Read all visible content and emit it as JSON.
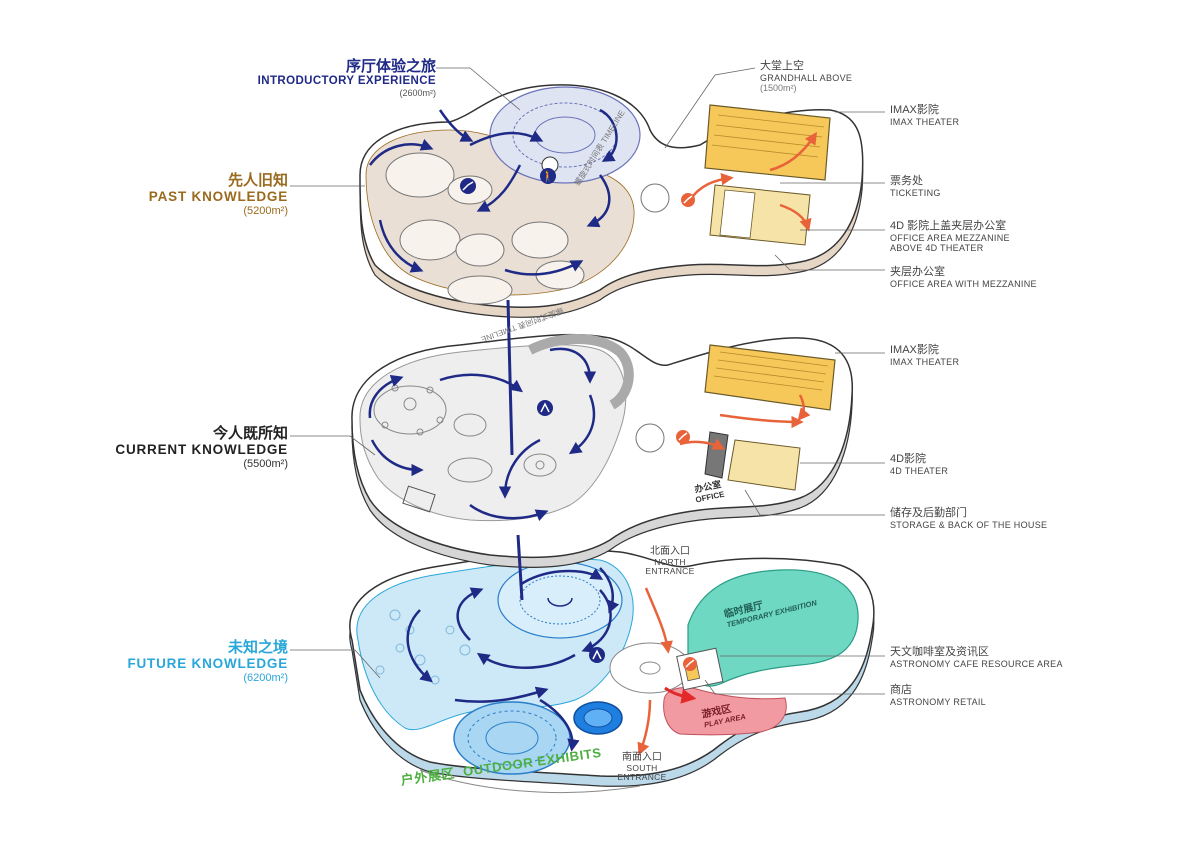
{
  "colors": {
    "navy": "#1f2a86",
    "brown": "#9a6a1e",
    "cyan": "#2aa7d9",
    "green": "#4caf3f",
    "orange": "#e8633a",
    "imax_yellow": "#f6c85a",
    "temp_exhibit": "#6fd8c2",
    "play_area": "#f29aa2",
    "future_fill": "#cde9f7",
    "past_fill": "#eadfd5",
    "current_fill": "#eeeeee"
  },
  "levels": {
    "introductory": {
      "cn": "序厅体验之旅",
      "en": "INTRODUCTORY EXPERIENCE",
      "area": "(2600m²)"
    },
    "past": {
      "cn": "先人旧知",
      "en": "PAST KNOWLEDGE",
      "area": "(5200m²)"
    },
    "current": {
      "cn": "今人既所知",
      "en": "CURRENT KNOWLEDGE",
      "area": "(5500m²)"
    },
    "future": {
      "cn": "未知之境",
      "en": "FUTURE KNOWLEDGE",
      "area": "(6200m²)"
    },
    "outdoor": {
      "cn": "户外展区",
      "en": "OUTDOOR EXHIBITS"
    }
  },
  "callouts": {
    "grandhall": {
      "cn": "大堂上空",
      "en": "GRANDHALL ABOVE",
      "area": "(1500m²)"
    },
    "imax_top": {
      "cn": "IMAX影院",
      "en": "IMAX THEATER"
    },
    "ticketing": {
      "cn": "票务处",
      "en": "TICKETING"
    },
    "mezz_office": {
      "cn": "4D 影院上盖夹层办公室",
      "en1": "OFFICE AREA MEZZANINE",
      "en2": "ABOVE 4D THEATER"
    },
    "office_mezz": {
      "cn": "夹层办公室",
      "en": "OFFICE AREA WITH MEZZANINE"
    },
    "imax_mid": {
      "cn": "IMAX影院",
      "en": "IMAX THEATER"
    },
    "theater_4d": {
      "cn": "4D影院",
      "en": "4D THEATER"
    },
    "storage": {
      "cn": "储存及后勤部门",
      "en": "STORAGE & BACK OF THE HOUSE"
    },
    "north_entrance": {
      "cn": "北面入口",
      "en1": "NORTH",
      "en2": "ENTRANCE"
    },
    "cafe": {
      "cn": "天文咖啡室及资讯区",
      "en": "ASTRONOMY CAFE RESOURCE AREA"
    },
    "retail": {
      "cn": "商店",
      "en": "ASTRONOMY RETAIL"
    },
    "south_entrance": {
      "cn": "南面入口",
      "en1": "SOUTH",
      "en2": "ENTRANCE"
    }
  },
  "plan_labels": {
    "timeline_top": "螺旋式时间表 TIMELINE",
    "timeline_mid": "螺旋式时间表 TIMELINE",
    "office": {
      "cn": "办公室",
      "en": "OFFICE"
    },
    "temp_exhibit": {
      "cn": "临时展厅",
      "en": "TEMPORARY EXHIBITION"
    },
    "play_area": {
      "cn": "游戏区",
      "en": "PLAY AREA"
    }
  },
  "icons": [
    "pedestrian-icon",
    "escalator-icon",
    "elevator-icon",
    "arrow-icon"
  ]
}
